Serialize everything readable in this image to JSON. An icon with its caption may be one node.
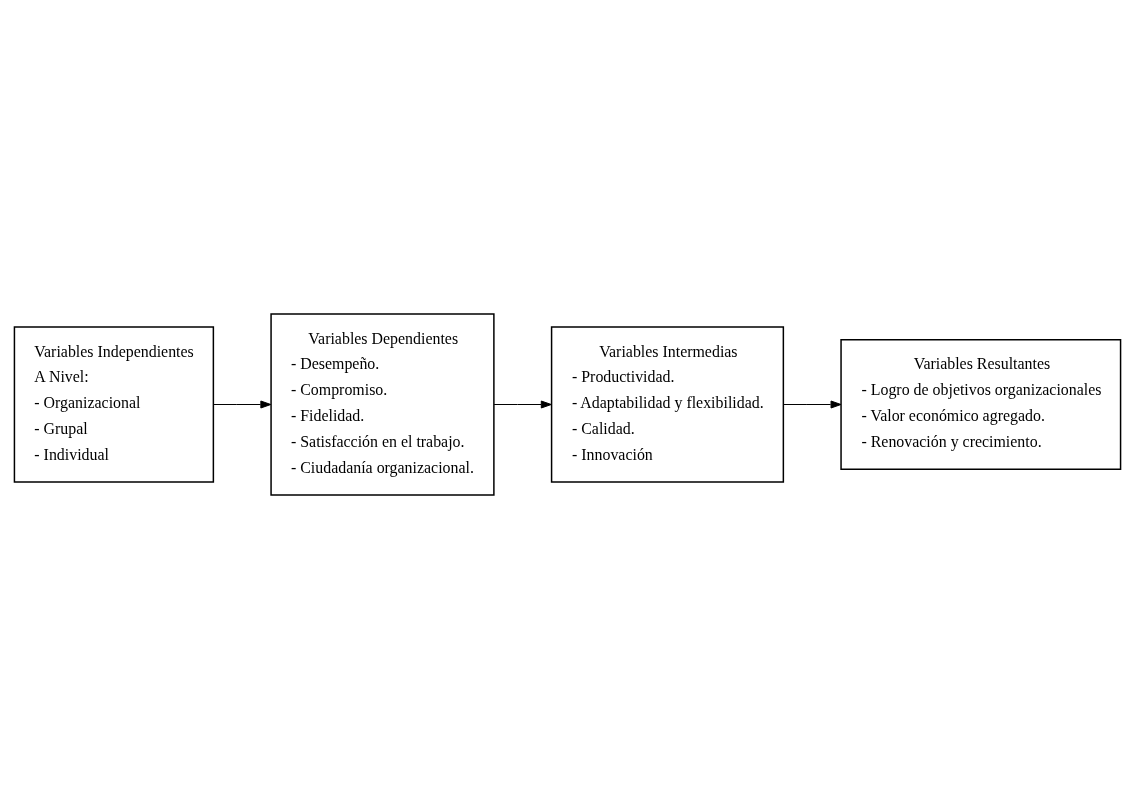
{
  "diagram": {
    "nodes": [
      {
        "text": [
          "Variables Independientes",
          "A Nivel:",
          "- Organizacional",
          "- Grupal",
          "- Individual"
        ]
      },
      {
        "text": [
          "Variables Dependientes",
          "- Desempeño.",
          "- Compromiso.",
          "- Fidelidad.",
          "- Satisfacción en el trabajo.",
          "- Ciudadanía organizacional."
        ]
      },
      {
        "text": [
          "Variables Intermedias",
          "- Productividad.",
          "- Adaptabilidad y flexibilidad.",
          "- Calidad.",
          "- Innovación"
        ]
      },
      {
        "text": [
          "Variables Resultantes",
          "- Logro de objetivos organizacionales",
          "- Valor económico agregado.",
          "- Renovación y crecimiento."
        ]
      }
    ],
    "edges": [
      {
        "from": 0,
        "to": 1,
        "arrow": "to"
      },
      {
        "from": 1,
        "to": 2,
        "arrow": "to"
      },
      {
        "from": 2,
        "to": 3,
        "arrow": "to"
      }
    ]
  }
}
